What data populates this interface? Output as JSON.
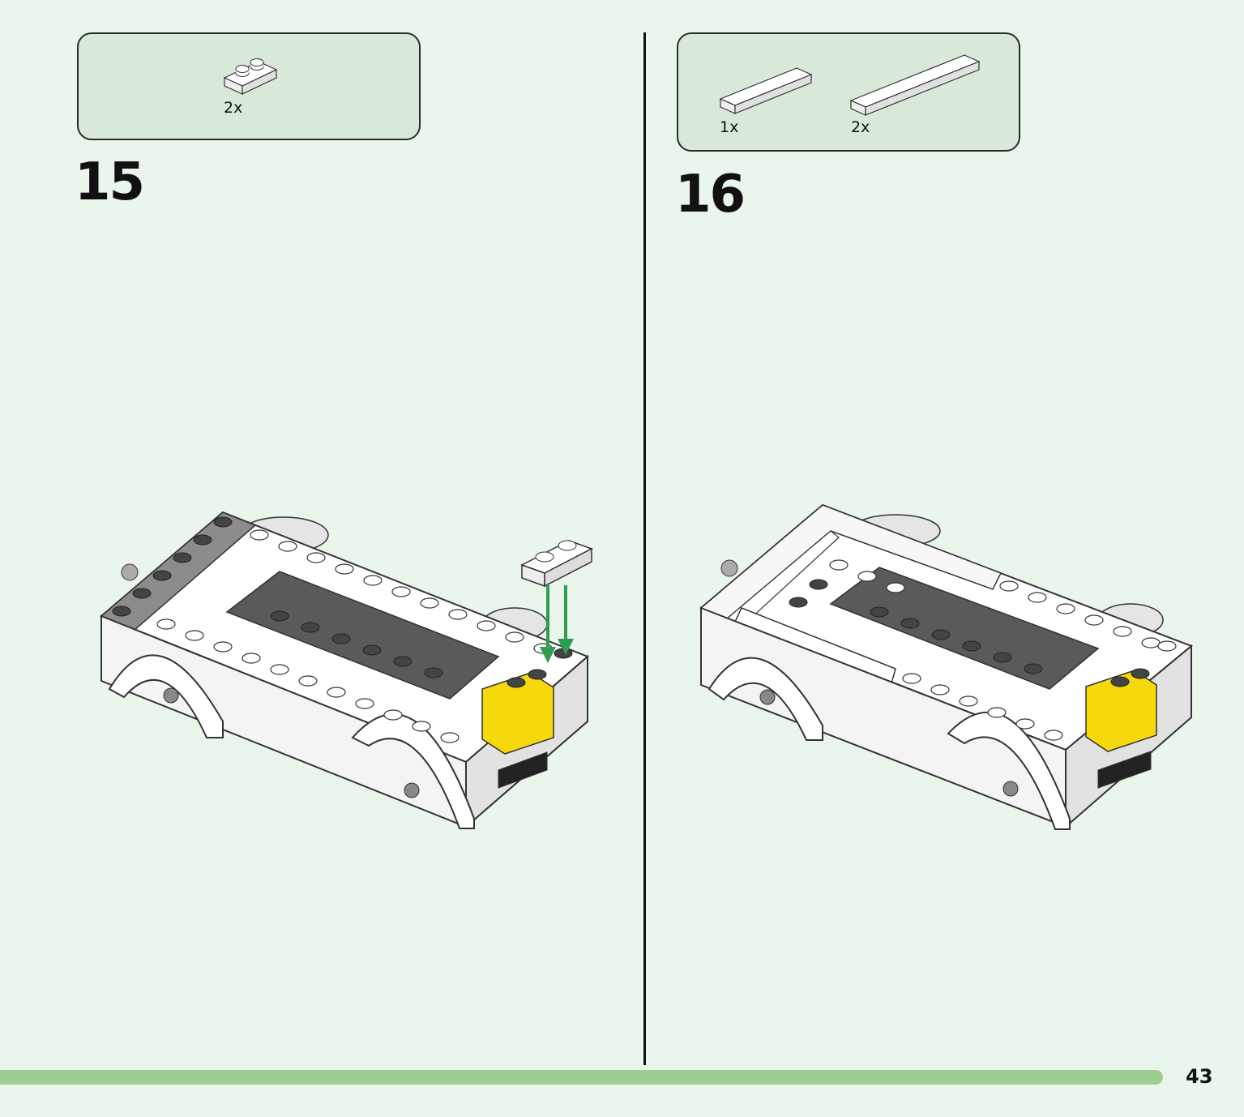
{
  "steps": [
    {
      "number": "15",
      "parts": [
        {
          "qty": "2x",
          "part": "plate-1x2-white"
        }
      ]
    },
    {
      "number": "16",
      "parts": [
        {
          "qty": "1x",
          "part": "tile-1x4-white"
        },
        {
          "qty": "2x",
          "part": "tile-1x6-white"
        }
      ]
    }
  ],
  "page_number": "43",
  "colors": {
    "background": "#eaf5ec",
    "parts_box": "#d9e9d9",
    "progress_bar": "#9ccf8f",
    "arrow": "#2e9e4f",
    "yellow_brick": "#f5d90c",
    "dark_gray": "#5a5a5a",
    "medium_gray": "#8c8c8c"
  },
  "icons": [
    "plate-1x2-icon",
    "tile-1x4-icon",
    "tile-1x6-icon",
    "placement-arrow-icon",
    "car-chassis-illustration"
  ]
}
